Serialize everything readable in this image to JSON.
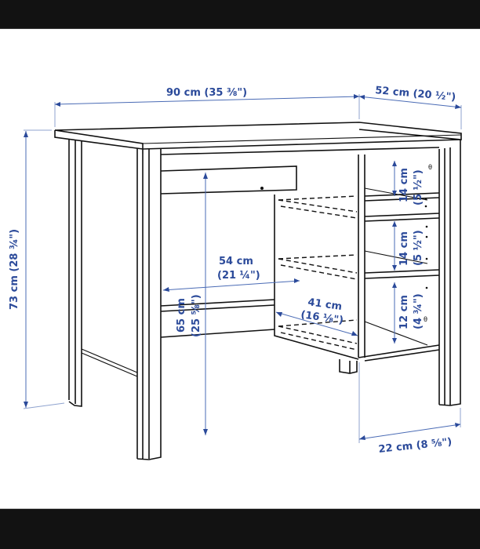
{
  "diagram": {
    "subject": "Desk with open side shelving unit — dimension drawing",
    "accent_color": "#2b4a9a",
    "line_color": "#111111",
    "background": "#ffffff",
    "frame_bar_color": "#121212",
    "dimensions": {
      "width": "90 cm (35 ⅜\")",
      "depth": "52 cm (20 ½\")",
      "height": "73 cm (28 ¾\")",
      "legroom_width_cm": "54 cm",
      "legroom_width_in": "(21 ¼\")",
      "legroom_height_cm": "65 cm",
      "legroom_height_in": "(25 ⅝\")",
      "shelf_depth_cm": "41 cm",
      "shelf_depth_in": "(16 ⅛\")",
      "shelf_top_cm": "14 cm",
      "shelf_top_in": "(5 ½\")",
      "shelf_middle_cm": "14 cm",
      "shelf_middle_in": "(5 ½\")",
      "shelf_bottom_cm": "12 cm",
      "shelf_bottom_in": "(4 ¾\")",
      "shelf_width": "22 cm (8 ⅝\")"
    }
  }
}
